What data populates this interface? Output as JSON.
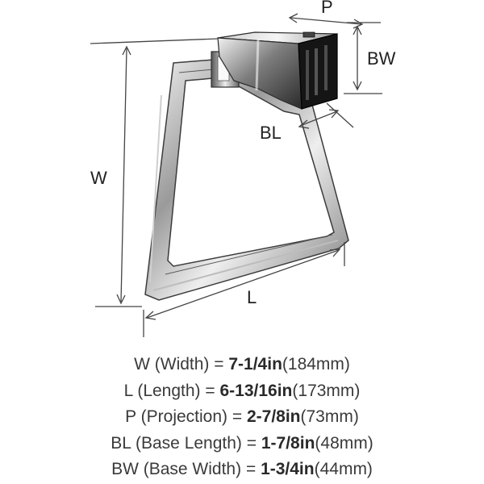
{
  "diagram": {
    "labels": {
      "p": "P",
      "bw": "BW",
      "bl": "BL",
      "w": "W",
      "l": "L"
    }
  },
  "specs": [
    {
      "abbr": "W",
      "name": "(Width)",
      "value": "7-1/4in",
      "metric": "(184mm)"
    },
    {
      "abbr": "L",
      "name": "(Length)",
      "value": "6-13/16in",
      "metric": "(173mm)"
    },
    {
      "abbr": "P",
      "name": "(Projection)",
      "value": "2-7/8in",
      "metric": "(73mm)"
    },
    {
      "abbr": "BL",
      "name": "(Base Length)",
      "value": "1-7/8in",
      "metric": "(48mm)"
    },
    {
      "abbr": "BW",
      "name": "(Base Width)",
      "value": "1-3/4in",
      "metric": "(44mm)"
    }
  ],
  "colors": {
    "chrome_dark": "#1a1a1a",
    "chrome_mid": "#8a8a8a",
    "chrome_light": "#e6e6e6",
    "dimension_line": "#444444"
  }
}
